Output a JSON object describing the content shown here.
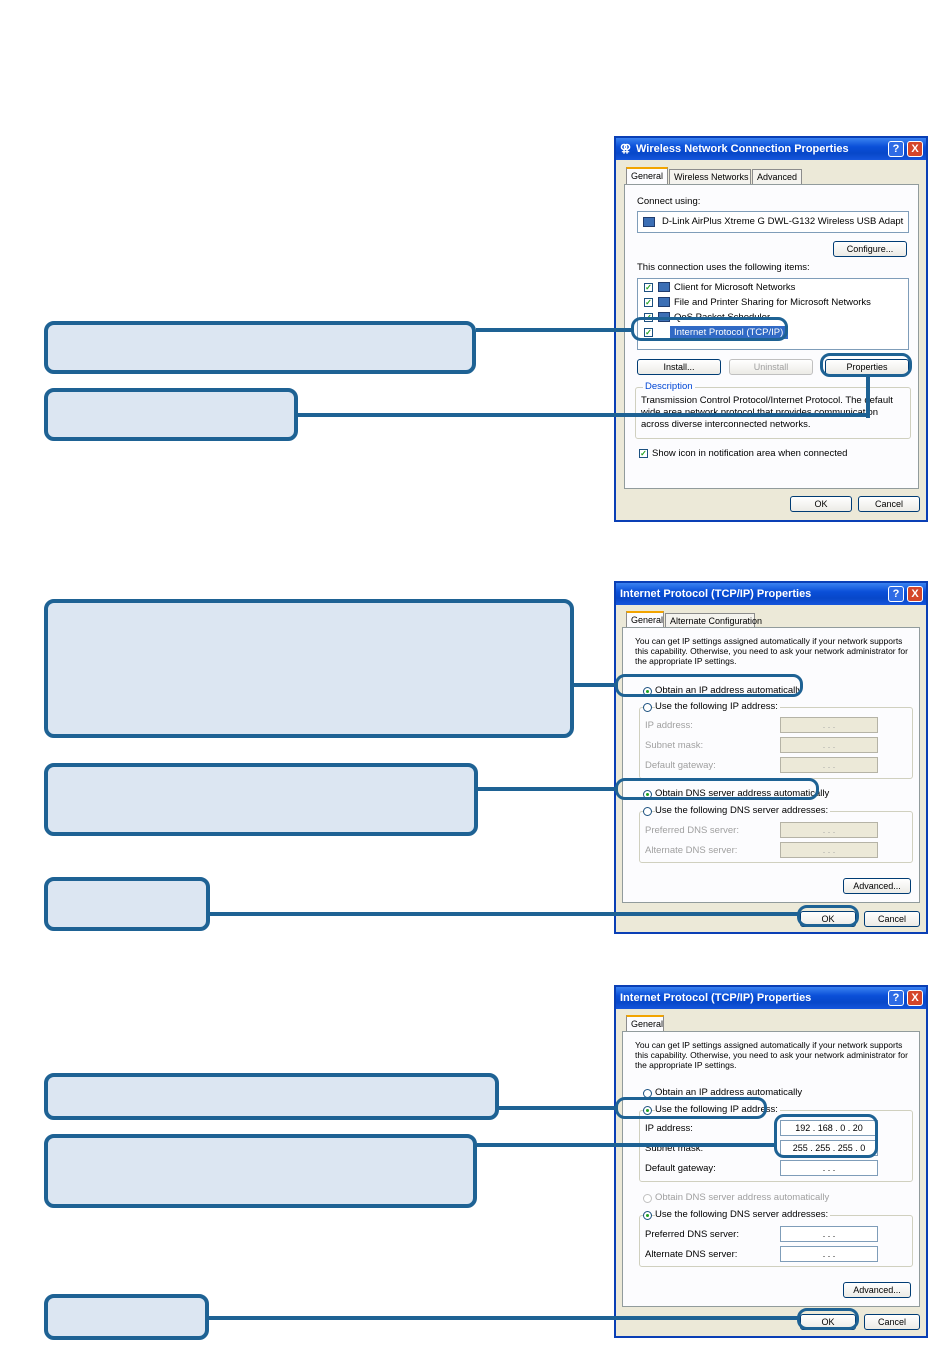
{
  "dialog1": {
    "title": "Wireless Network Connection Properties",
    "help_label": "?",
    "close_label": "X",
    "tabs": [
      "General",
      "Wireless Networks",
      "Advanced"
    ],
    "connect_using_label": "Connect using:",
    "adapter": "D-Link AirPlus Xtreme G DWL-G132 Wireless USB Adapt",
    "configure_label": "Configure...",
    "items_label": "This connection uses the following items:",
    "items": [
      "Client for Microsoft Networks",
      "File and Printer Sharing for Microsoft Networks",
      "QoS Packet Scheduler",
      "Internet Protocol (TCP/IP)"
    ],
    "install_label": "Install...",
    "uninstall_label": "Uninstall",
    "properties_label": "Properties",
    "description_label": "Description",
    "description_text_1": "Transmission Control Protocol/Internet Protocol. The default",
    "description_text_2": "wide area network protocol that provides communication",
    "description_text_3": "across diverse interconnected networks.",
    "show_icon_label": "Show icon in notification area when connected",
    "ok_label": "OK",
    "cancel_label": "Cancel"
  },
  "dialog2": {
    "title": "Internet Protocol (TCP/IP) Properties",
    "help_label": "?",
    "close_label": "X",
    "tabs": [
      "General",
      "Alternate Configuration"
    ],
    "intro_1": "You can get IP settings assigned automatically if your network supports",
    "intro_2": "this capability. Otherwise, you need to ask your network administrator for",
    "intro_3": "the appropriate IP settings.",
    "obtain_ip_label": "Obtain an IP address automatically",
    "use_ip_label": "Use the following IP address:",
    "ip_label": "IP address:",
    "subnet_label": "Subnet mask:",
    "gateway_label": "Default gateway:",
    "empty_ip": ". . .",
    "obtain_dns_label": "Obtain DNS server address automatically",
    "use_dns_label": "Use the following DNS server addresses:",
    "pref_dns_label": "Preferred DNS server:",
    "alt_dns_label": "Alternate DNS server:",
    "advanced_label": "Advanced...",
    "ok_label": "OK",
    "cancel_label": "Cancel"
  },
  "dialog3": {
    "title": "Internet Protocol (TCP/IP) Properties",
    "help_label": "?",
    "close_label": "X",
    "tabs": [
      "General"
    ],
    "intro_1": "You can get IP settings assigned automatically if your network supports",
    "intro_2": "this capability. Otherwise, you need to ask your network administrator for",
    "intro_3": "the appropriate IP settings.",
    "obtain_ip_label": "Obtain an IP address automatically",
    "use_ip_label": "Use the following IP address:",
    "ip_label": "IP address:",
    "ip_value": "192 . 168 . 0 . 20",
    "subnet_label": "Subnet mask:",
    "subnet_value": "255 . 255 . 255 . 0",
    "gateway_label": "Default gateway:",
    "empty_ip": ". . .",
    "obtain_dns_label": "Obtain DNS server address automatically",
    "use_dns_label": "Use the following DNS server addresses:",
    "pref_dns_label": "Preferred DNS server:",
    "alt_dns_label": "Alternate DNS server:",
    "advanced_label": "Advanced...",
    "ok_label": "OK",
    "cancel_label": "Cancel"
  }
}
